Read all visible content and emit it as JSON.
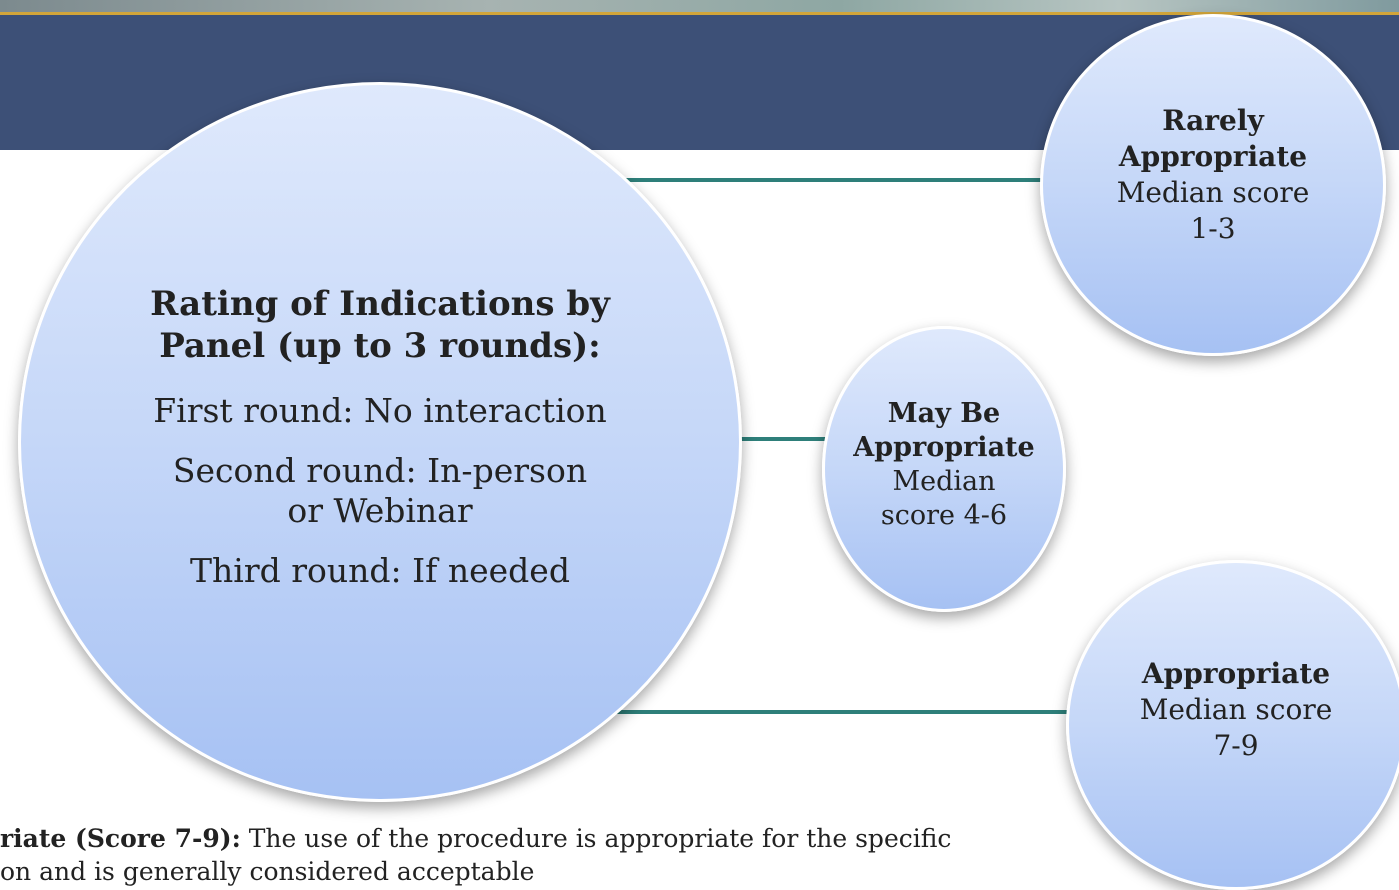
{
  "main": {
    "title_line1": "Rating of Indications by",
    "title_line2": "Panel (up to 3 rounds):",
    "round1": "First round: No interaction",
    "round2_line1": "Second round: In-person",
    "round2_line2": "or Webinar",
    "round3": "Third round: If needed"
  },
  "categories": [
    {
      "key": "rare",
      "title_line1": "Rarely",
      "title_line2": "Appropriate",
      "desc_line1": "Median score",
      "desc_line2": "1-3"
    },
    {
      "key": "may",
      "title_line1": "May Be",
      "title_line2": "Appropriate",
      "desc_line1": "Median",
      "desc_line2": "score 4-6"
    },
    {
      "key": "appr",
      "title_line1": "Appropriate",
      "desc_line1": "Median score",
      "desc_line2": "7-9"
    }
  ],
  "footnote": {
    "label": "riate (Score 7-9):",
    "text": " The use of the procedure is appropriate for the  specific",
    "line2": "on and is generally considered  acceptable"
  },
  "colors": {
    "banner": "#3d5077",
    "connector": "#2e7f7a",
    "accent_line": "#d2a53a"
  }
}
